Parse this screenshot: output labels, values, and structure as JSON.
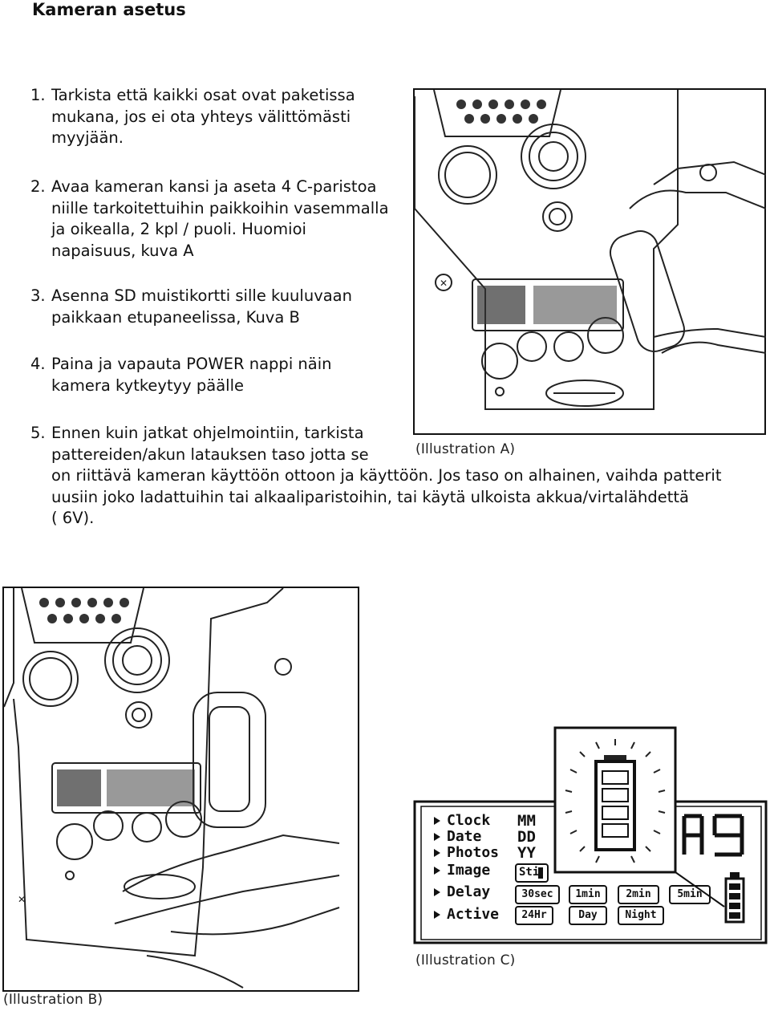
{
  "title": "Kameran asetus",
  "steps": [
    {
      "num": "1.",
      "lines": [
        "Tarkista että kaikki osat ovat paketissa",
        "mukana, jos ei ota yhteys välittömästi",
        "myyjään."
      ]
    },
    {
      "num": "2.",
      "lines": [
        "Avaa kameran kansi ja aseta 4 C-paristoa",
        "niille tarkoitettuihin paikkoihin vasemmalla",
        "ja oikealla, 2 kpl / puoli. Huomioi",
        "napaisuus, kuva A"
      ]
    },
    {
      "num": "3.",
      "lines": [
        "Asenna SD muistikortti sille kuuluvaan",
        "paikkaan etupaneelissa, Kuva B"
      ]
    },
    {
      "num": "4.",
      "lines": [
        "Paina ja vapauta POWER nappi näin",
        "kamera kytkeytyy päälle"
      ]
    },
    {
      "num": "5.",
      "lines": [
        "Ennen kuin jatkat ohjelmointiin, tarkista",
        "pattereiden/akun latauksen taso jotta se",
        "on riittävä kameran käyttöön ottoon ja käyttöön. Jos taso on alhainen, vaihda patterit",
        "uusiin joko ladattuihin tai alkaaliparistoihin, tai käytä ulkoista akkua/virtalähdettä",
        "( 6V)."
      ]
    }
  ],
  "illustrations": {
    "a": {
      "caption": "(Illustration A)"
    },
    "b": {
      "caption": "(Illustration B)"
    },
    "c": {
      "caption": "(Illustration C)",
      "menu": [
        "Clock",
        "Date",
        "Photos",
        "Image",
        "Delay",
        "Active"
      ],
      "date_labels": [
        "MM",
        "DD",
        "YY"
      ],
      "image_mode": "Sti",
      "delay_options": [
        "30sec",
        "1min",
        "2min",
        "5min"
      ],
      "active_options": [
        "24Hr",
        "Day",
        "Night"
      ]
    }
  }
}
